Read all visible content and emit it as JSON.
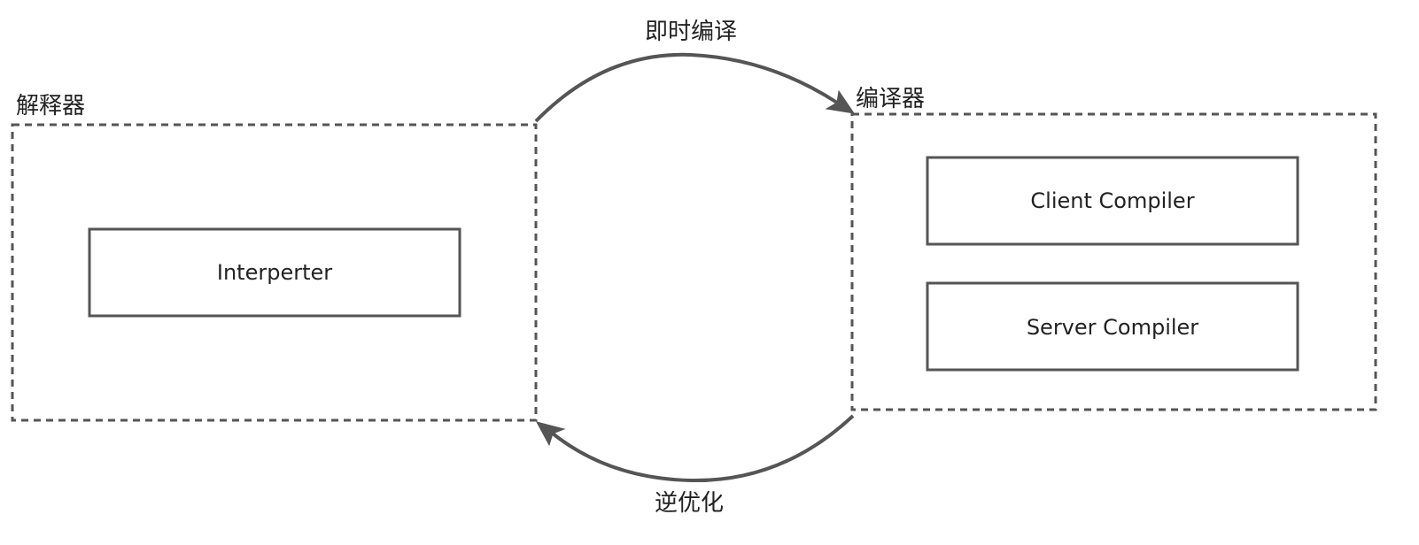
{
  "groups": {
    "interpreter": {
      "label": "解释器"
    },
    "compiler": {
      "label": "编译器"
    }
  },
  "components": {
    "interpreter_box": {
      "label": "Interperter"
    },
    "client_compiler": {
      "label": "Client Compiler"
    },
    "server_compiler": {
      "label": "Server Compiler"
    }
  },
  "edges": {
    "jit": {
      "label": "即时编译"
    },
    "deopt": {
      "label": "逆优化"
    }
  },
  "colors": {
    "stroke": "#555555",
    "text": "#222222",
    "background": "#ffffff"
  }
}
